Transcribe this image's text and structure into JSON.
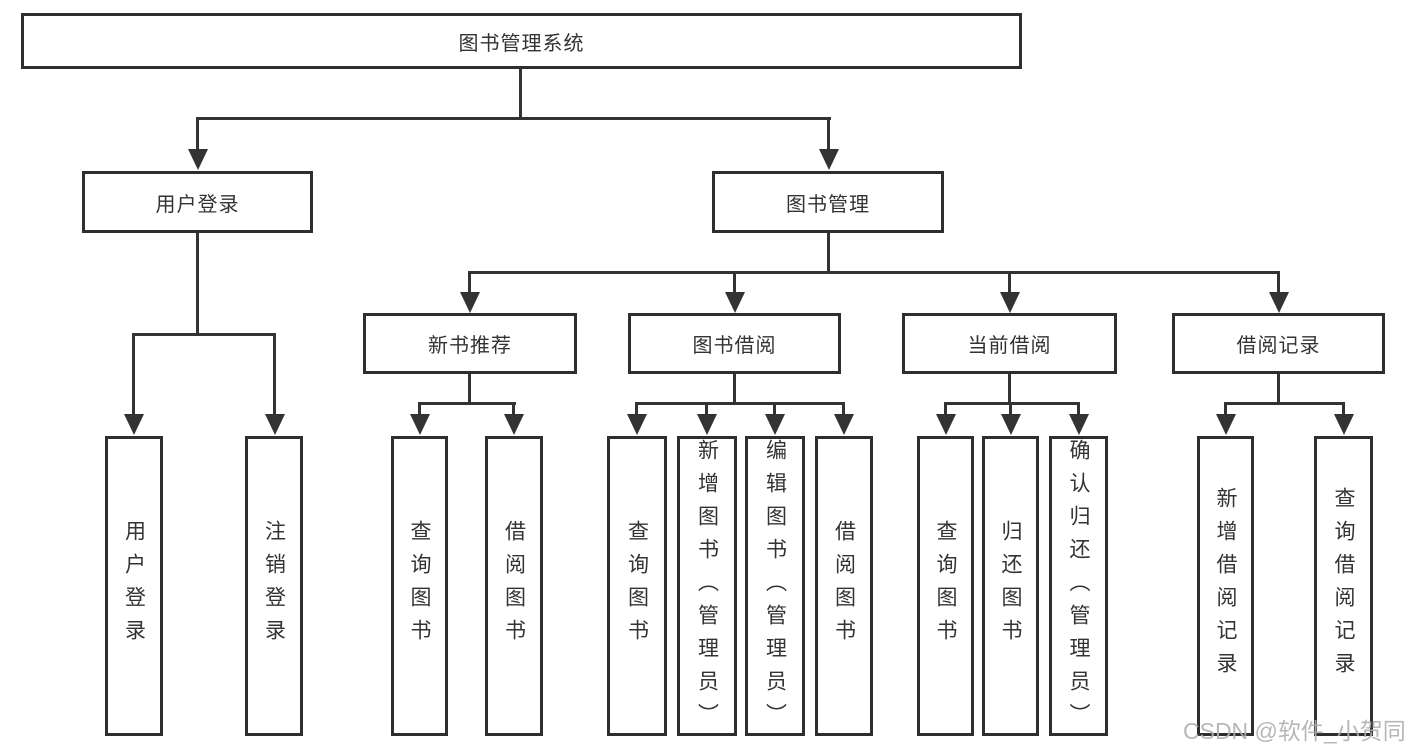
{
  "tree": {
    "label": "图书管理系统",
    "children": [
      {
        "label": "用户登录",
        "children": [
          {
            "label": "用户登录"
          },
          {
            "label": "注销登录"
          }
        ]
      },
      {
        "label": "图书管理",
        "children": [
          {
            "label": "新书推荐",
            "children": [
              {
                "label": "查询图书"
              },
              {
                "label": "借阅图书"
              }
            ]
          },
          {
            "label": "图书借阅",
            "children": [
              {
                "label": "查询图书"
              },
              {
                "label": "新增图书（管理员）"
              },
              {
                "label": "编辑图书（管理员）"
              },
              {
                "label": "借阅图书"
              }
            ]
          },
          {
            "label": "当前借阅",
            "children": [
              {
                "label": "查询图书"
              },
              {
                "label": "归还图书"
              },
              {
                "label": "确认归还（管理员）"
              }
            ]
          },
          {
            "label": "借阅记录",
            "children": [
              {
                "label": "新增借阅记录"
              },
              {
                "label": "查询借阅记录"
              }
            ]
          }
        ]
      }
    ]
  },
  "watermark": {
    "text": "CSDN @软件_小贺同学"
  },
  "colors": {
    "line": "#333333",
    "border": "#2e2e2e",
    "text": "#333333",
    "watermark": "#b0b0b0",
    "background": "#ffffff"
  }
}
